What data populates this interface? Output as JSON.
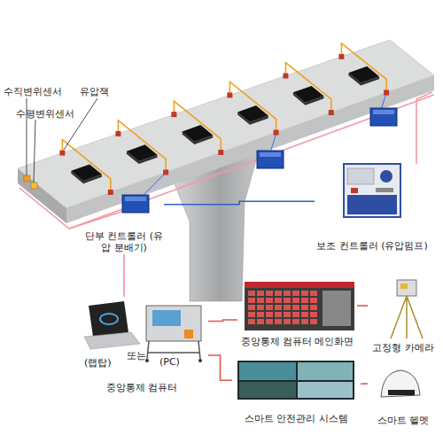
{
  "diagram": {
    "nodes": [
      {
        "text": [
          "단부 컨트롤러 (유압 분배기)"
        ]
      },
      {
        "text": [
          "보조 컨트롤러 (유압펌프)"
        ]
      },
      {
        "text": [
          "중앙통제 컴퓨터"
        ]
      },
      {
        "text": [
          "중앙통제 컴퓨터 메인화면"
        ]
      },
      {
        "text": [
          "스마트 안전관리 시스템"
        ]
      },
      {
        "text": [
          "고정형 카메라"
        ]
      },
      {
        "text": [
          "스마트 헬멧"
        ]
      }
    ],
    "edges": [
      {
        "from": 0,
        "to": 1,
        "arrow": "none"
      },
      {
        "from": 0,
        "to": 2,
        "arrow": "none"
      },
      {
        "from": 2,
        "to": 3,
        "arrow": "none"
      },
      {
        "from": 2,
        "to": 4,
        "arrow": "none"
      },
      {
        "from": 3,
        "to": 5,
        "arrow": "none"
      },
      {
        "from": 4,
        "to": 6,
        "arrow": "none"
      }
    ],
    "labels": [
      "수직변위센서",
      "수평변위센서",
      "유압잭",
      "(랩탑)",
      "또는",
      "(PC)"
    ]
  }
}
